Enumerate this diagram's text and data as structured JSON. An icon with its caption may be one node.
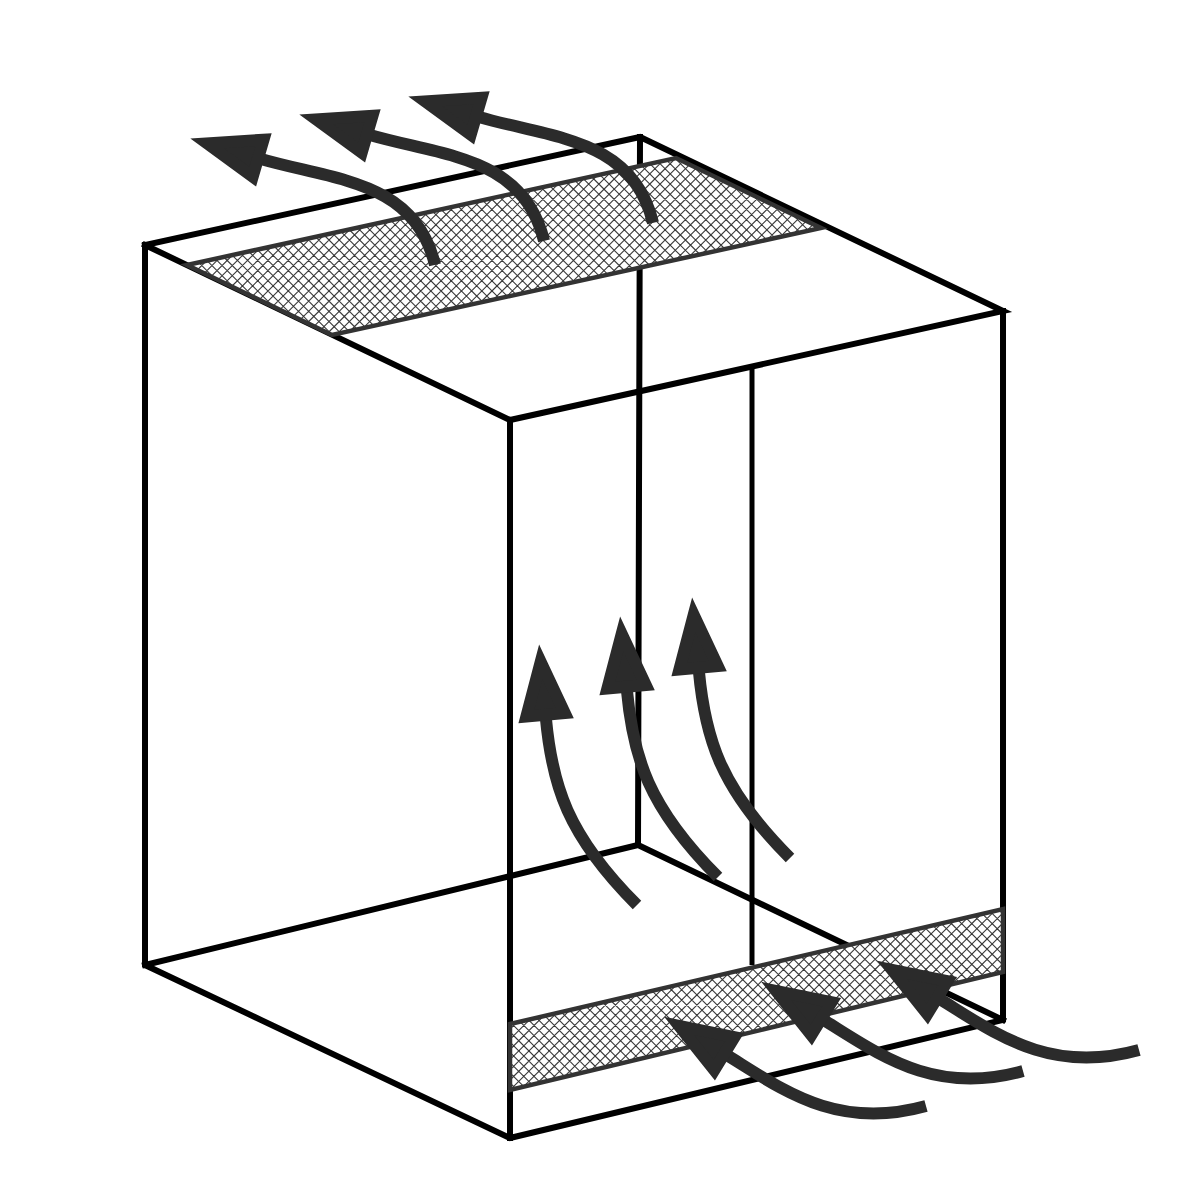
{
  "diagram": {
    "nodes": [
      {
        "text": [],
        "shape": "bar"
      },
      {
        "text": [],
        "shape": "bar"
      }
    ],
    "edges": [
      {
        "from": 0,
        "to": null,
        "arrow": "to"
      },
      {
        "from": 0,
        "to": null,
        "arrow": "to"
      },
      {
        "from": 0,
        "to": null,
        "arrow": "to"
      },
      {
        "from": null,
        "to": 1,
        "arrow": "to"
      },
      {
        "from": null,
        "to": 1,
        "arrow": "to"
      },
      {
        "from": null,
        "to": 1,
        "arrow": "to"
      }
    ]
  }
}
